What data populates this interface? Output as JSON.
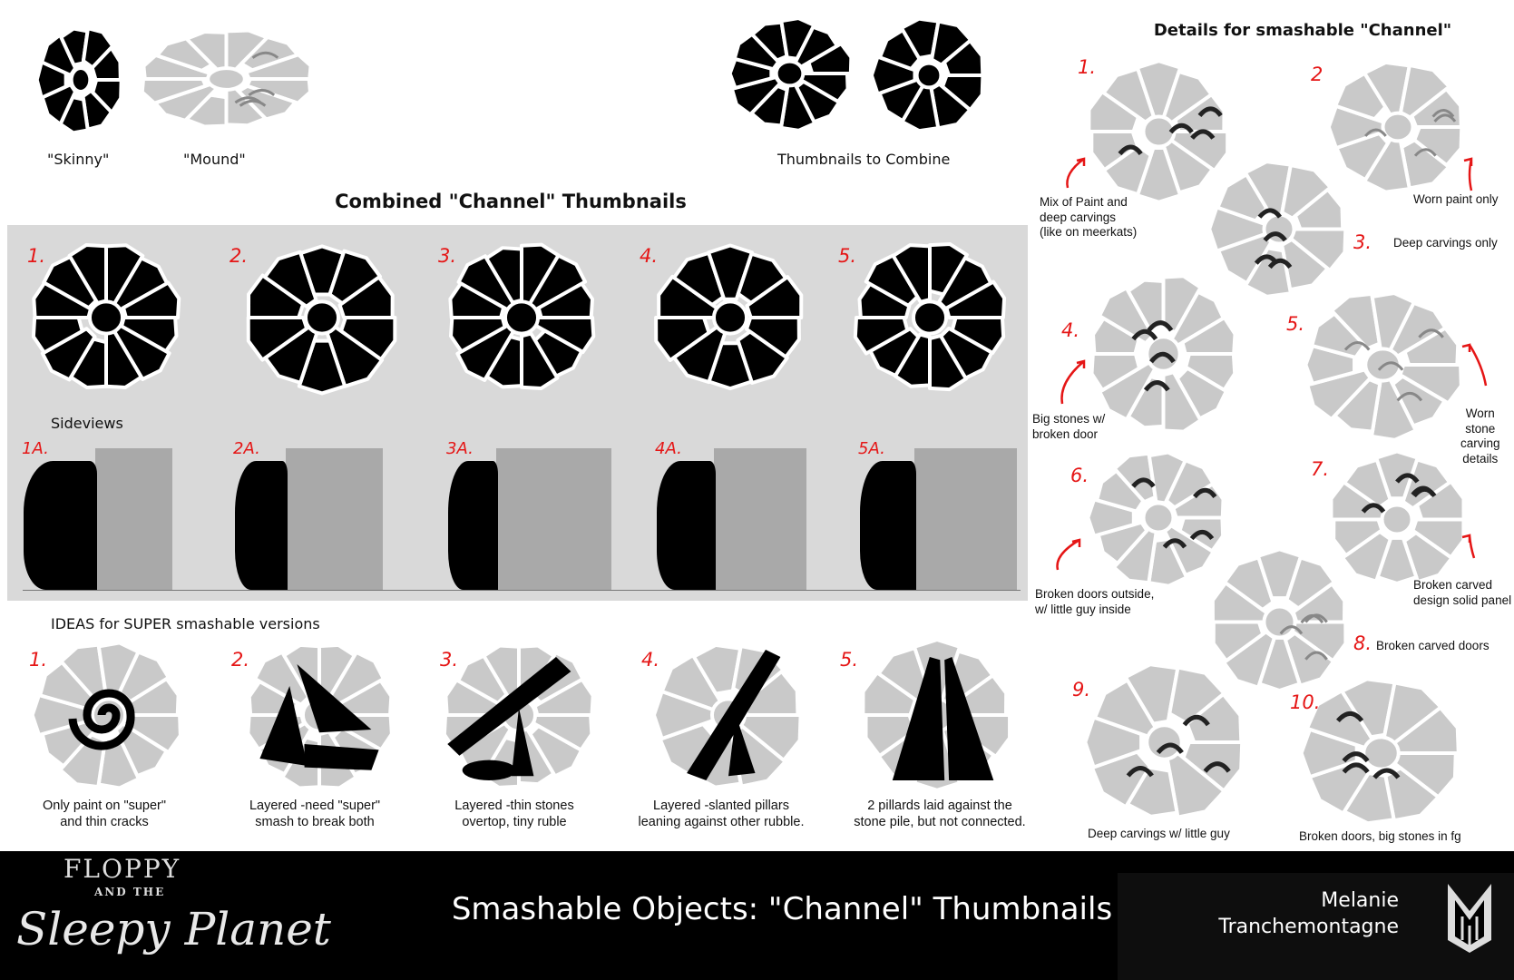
{
  "top": {
    "skinny_label": "\"Skinny\"",
    "mound_label": "\"Mound\"",
    "combine_label": "Thumbnails to Combine"
  },
  "combined": {
    "title": "Combined \"Channel\" Thumbnails",
    "numbers": [
      "1.",
      "2.",
      "3.",
      "4.",
      "5."
    ],
    "sideviews_label": "Sideviews",
    "side_numbers": [
      "1A.",
      "2A.",
      "3A.",
      "4A.",
      "5A."
    ]
  },
  "ideas": {
    "title": "IDEAS for SUPER smashable versions",
    "numbers": [
      "1.",
      "2.",
      "3.",
      "4.",
      "5."
    ],
    "captions": [
      [
        "Only paint on \"super\"",
        "and thin cracks"
      ],
      [
        "Layered -need \"super\"",
        "smash to break both"
      ],
      [
        "Layered -thin stones",
        "overtop, tiny ruble"
      ],
      [
        "Layered -slanted pillars",
        "leaning against other rubble."
      ],
      [
        "2 pillards laid against the",
        "stone pile, but not connected."
      ]
    ]
  },
  "details": {
    "title": "Details for smashable \"Channel\"",
    "items": [
      {
        "num": "1.",
        "note": [
          "Mix of Paint and",
          "deep carvings",
          " (like on meerkats)"
        ]
      },
      {
        "num": "2",
        "note": [
          "Worn paint only"
        ]
      },
      {
        "num": "3.",
        "note": [
          "Deep carvings only"
        ]
      },
      {
        "num": "4.",
        "note": [
          "Big stones w/",
          "broken door"
        ]
      },
      {
        "num": "5.",
        "note": [
          "Worn",
          "stone",
          "carving",
          "details"
        ]
      },
      {
        "num": "6.",
        "note": [
          "Broken doors outside,",
          " w/ little guy inside"
        ]
      },
      {
        "num": "7.",
        "note": [
          "Broken carved",
          "design solid panel"
        ]
      },
      {
        "num": "8.",
        "note": [
          "Broken carved doors"
        ]
      },
      {
        "num": "9.",
        "note": [
          "Deep carvings w/ little guy"
        ]
      },
      {
        "num": "10.",
        "note": [
          "Broken doors, big stones in fg"
        ]
      }
    ]
  },
  "footer": {
    "logo_text": "FLOPPY AND THE Sleepy Planet",
    "logo_line1": "FLOPPY",
    "logo_line2": "AND THE",
    "logo_line3": "Sleepy Planet",
    "title": "Smashable Objects: \"Channel\" Thumbnails",
    "author_first": "Melanie",
    "author_last": "Tranchemontagne"
  },
  "colors": {
    "accent_red": "#e51616",
    "panel_gray": "#d9d9d9",
    "stone_gray": "#c9c9c9"
  }
}
